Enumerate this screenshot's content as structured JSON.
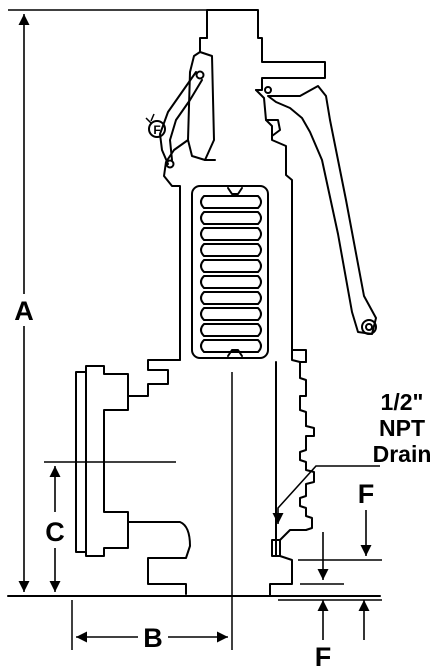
{
  "labels": {
    "a": "A",
    "b": "B",
    "c": "C",
    "f_top": "F",
    "f_bottom": "F",
    "f_marker": "F",
    "drain_line1": "1/2\"",
    "drain_line2": "NPT",
    "drain_line3": "Drain"
  },
  "colors": {
    "line": "#000000",
    "background": "#ffffff"
  }
}
